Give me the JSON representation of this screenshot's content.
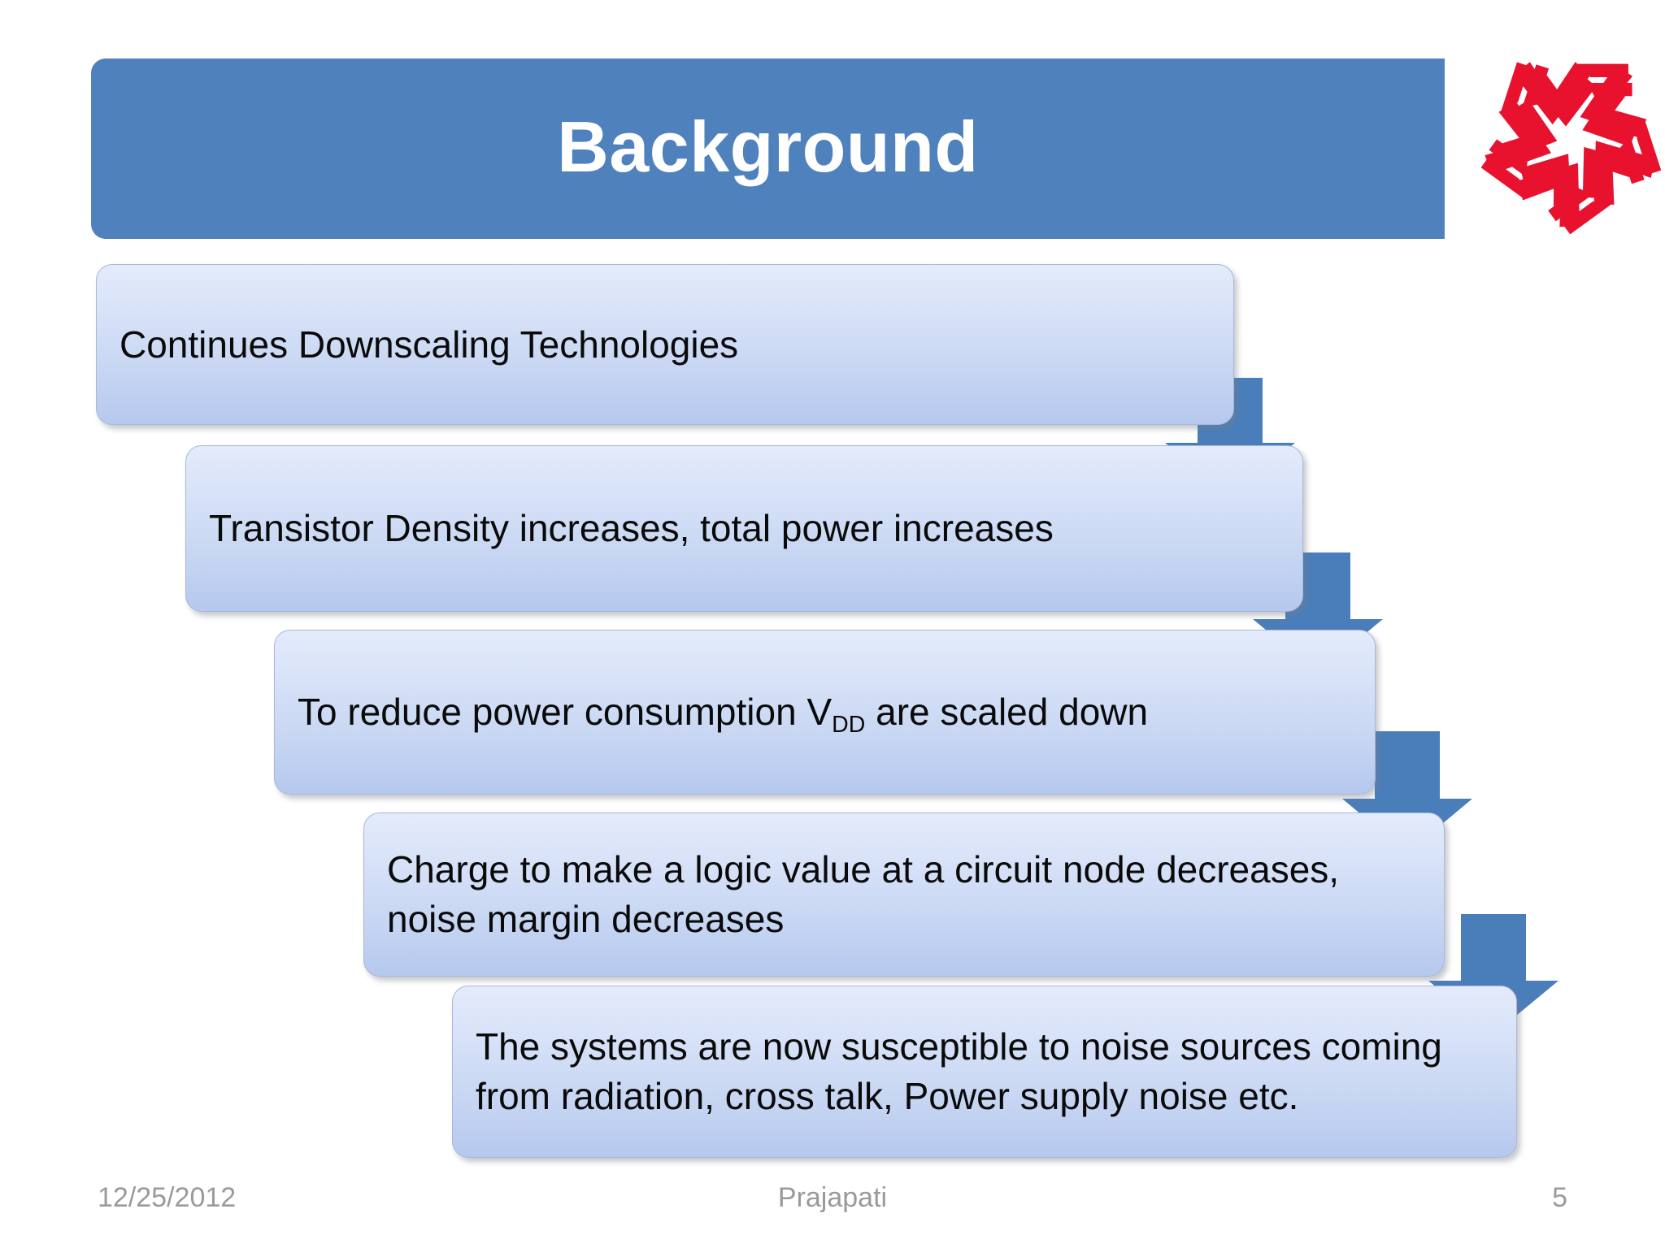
{
  "slide": {
    "title": "Background",
    "logo_alt": "wem-star-logo",
    "accent_color": "#4F81BD",
    "arrow_color": "#4A7EBB",
    "box_gradient_top": "#e3ebfb",
    "box_gradient_bottom": "#b5c8ee",
    "logo_color": "#E8122E"
  },
  "flow": {
    "items": [
      {
        "id": "box-1",
        "text": "Continues Downscaling Technologies",
        "html": "Continues Downscaling Technologies"
      },
      {
        "id": "box-2",
        "text": "Transistor Density increases, total power increases",
        "html": "Transistor Density increases, total power increases"
      },
      {
        "id": "box-3",
        "text": "To reduce power consumption VDD are scaled down",
        "html": "To reduce power consumption V<sub>DD</sub> are scaled down"
      },
      {
        "id": "box-4",
        "text": "Charge to make a logic value at a circuit node decreases, noise margin decreases",
        "html": "Charge to make a logic value at a circuit node decreases, noise margin decreases"
      },
      {
        "id": "box-5",
        "text": "The systems are now susceptible to noise sources coming from radiation, cross talk, Power supply noise etc.",
        "html": "The systems are now susceptible to noise sources coming from radiation, cross talk, Power supply noise etc."
      }
    ],
    "connectors": [
      {
        "id": "arrow-1",
        "name": "down-arrow-icon"
      },
      {
        "id": "arrow-2",
        "name": "down-arrow-icon"
      },
      {
        "id": "arrow-3",
        "name": "down-arrow-icon"
      },
      {
        "id": "arrow-4",
        "name": "down-arrow-icon"
      }
    ]
  },
  "footer": {
    "date": "12/25/2012",
    "author": "Prajapati",
    "page_number": "5"
  }
}
